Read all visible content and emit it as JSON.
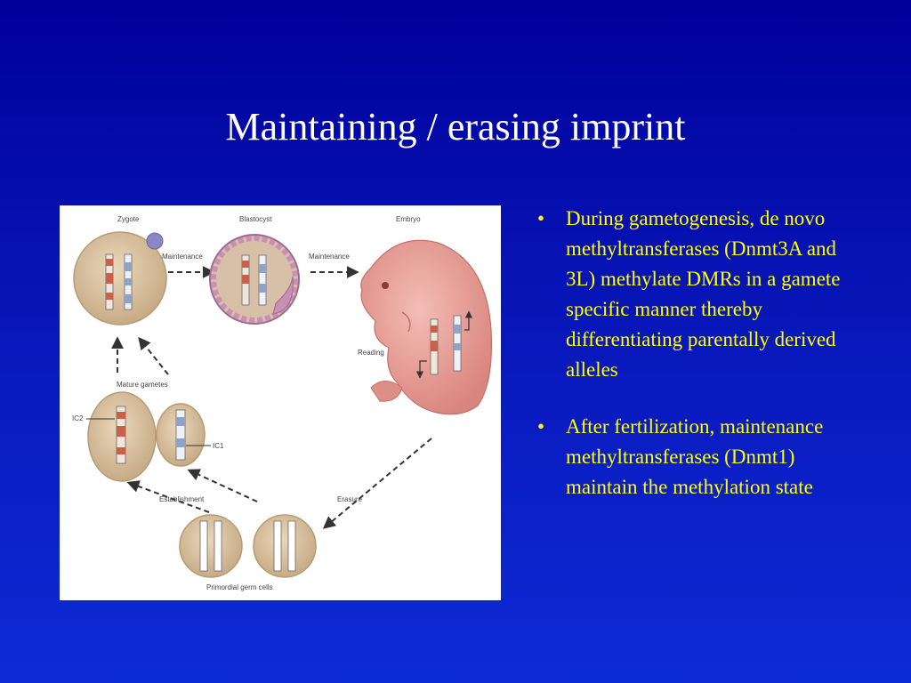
{
  "slide": {
    "title": "Maintaining / erasing imprint"
  },
  "figure": {
    "labels": {
      "zygote": "Zygote",
      "blastocyst": "Blastocyst",
      "embryo": "Embryo",
      "maintenance_1": "Maintenance",
      "maintenance_2": "Maintenance",
      "reading": "Reading",
      "mature_gametes": "Mature gametes",
      "ic2": "IC2",
      "ic1": "IC1",
      "establishment": "Establishment",
      "erasure": "Erasure",
      "primordial_germ_cells": "Primordial germ cells"
    }
  },
  "bullets": [
    {
      "mark": "•",
      "text": "During gametogenesis, de novo methyltransferases (Dnmt3A and 3L) methylate DMRs in a gamete specific manner thereby differentiating parentally derived alleles"
    },
    {
      "mark": "•",
      "text": "After fertilization, maintenance methyltransferases (Dnmt1) maintain the methylation state"
    }
  ],
  "colors": {
    "background_top": "#00009a",
    "background_bottom": "#0d2bd6",
    "title": "#ffffff",
    "bullet_text": "#ffff00",
    "cell_fill": "#d9c3a0",
    "embryo": "#e79a93",
    "maternal_mark": "#c9604a",
    "paternal_mark": "#8fa3c8"
  }
}
